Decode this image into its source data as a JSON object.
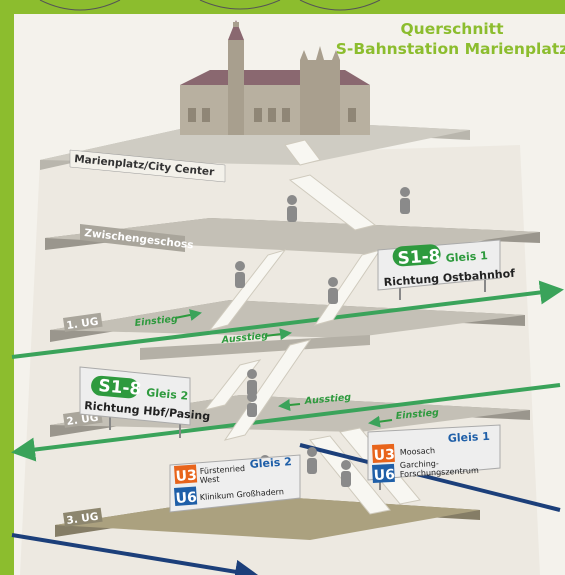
{
  "title": {
    "line1": "Querschnitt",
    "line2": "S-Bahnstation Marienplatz"
  },
  "levels": {
    "surface": "Marienplatz/City Center",
    "mezzanine": "Zwischengeschoss",
    "ug1": "1. UG",
    "ug2": "2. UG",
    "ug3": "3. UG"
  },
  "flows": {
    "einstieg_1": "Einstieg",
    "ausstieg_1": "Ausstieg",
    "ausstieg_2": "Ausstieg",
    "einstieg_2": "Einstieg"
  },
  "sign_s_gleis1": {
    "line": "S1-8",
    "gleis": "Gleis 1",
    "direction": "Richtung Ostbahnhof"
  },
  "sign_s_gleis2": {
    "line": "S1-8",
    "gleis": "Gleis 2",
    "direction": "Richtung Hbf/Pasing"
  },
  "sign_u_gleis2": {
    "gleis": "Gleis 2",
    "u3_label": "U3",
    "u3_dest_line1": "Fürstenried",
    "u3_dest_line2": "West",
    "u6_label": "U6",
    "u6_dest": "Klinikum Großhadern"
  },
  "sign_u_gleis1": {
    "gleis": "Gleis 1",
    "u3_label": "U3",
    "u3_dest": "Moosach",
    "u6_label": "U6",
    "u6_dest_line1": "Garching-",
    "u6_dest_line2": "Forschungszentrum"
  },
  "colors": {
    "green": "#8cbd2e",
    "s_bahn_green": "#2e9a3e",
    "u3_orange": "#e8641b",
    "u6_blue": "#1f5fa8",
    "navy_track": "#1c3f7a"
  }
}
